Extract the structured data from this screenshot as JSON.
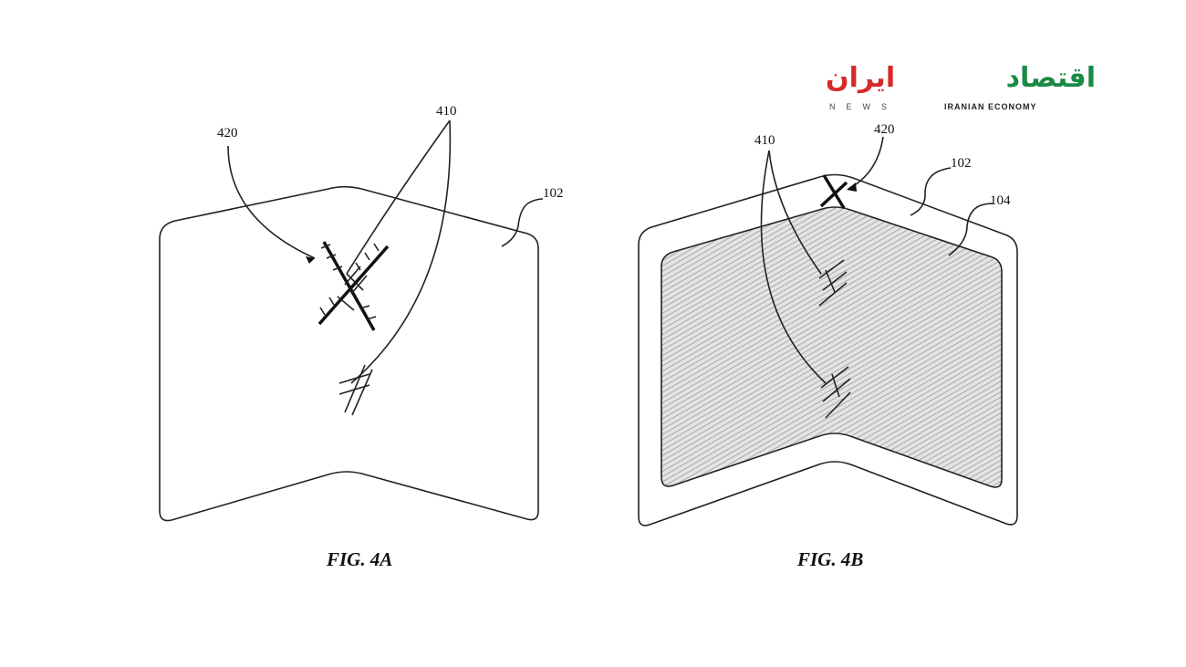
{
  "figures": [
    {
      "caption": "FIG. 4A",
      "labels": [
        "420",
        "410",
        "102"
      ]
    },
    {
      "caption": "FIG. 4B",
      "labels": [
        "420",
        "410",
        "102",
        "104"
      ]
    }
  ],
  "logo": {
    "persian_red": "ایران",
    "persian_green": "اقتصاد",
    "news": "NEWS",
    "english": "IRANIAN ECONOMY",
    "colors": {
      "red": "#d62a2a",
      "green": "#1a8a45"
    }
  }
}
